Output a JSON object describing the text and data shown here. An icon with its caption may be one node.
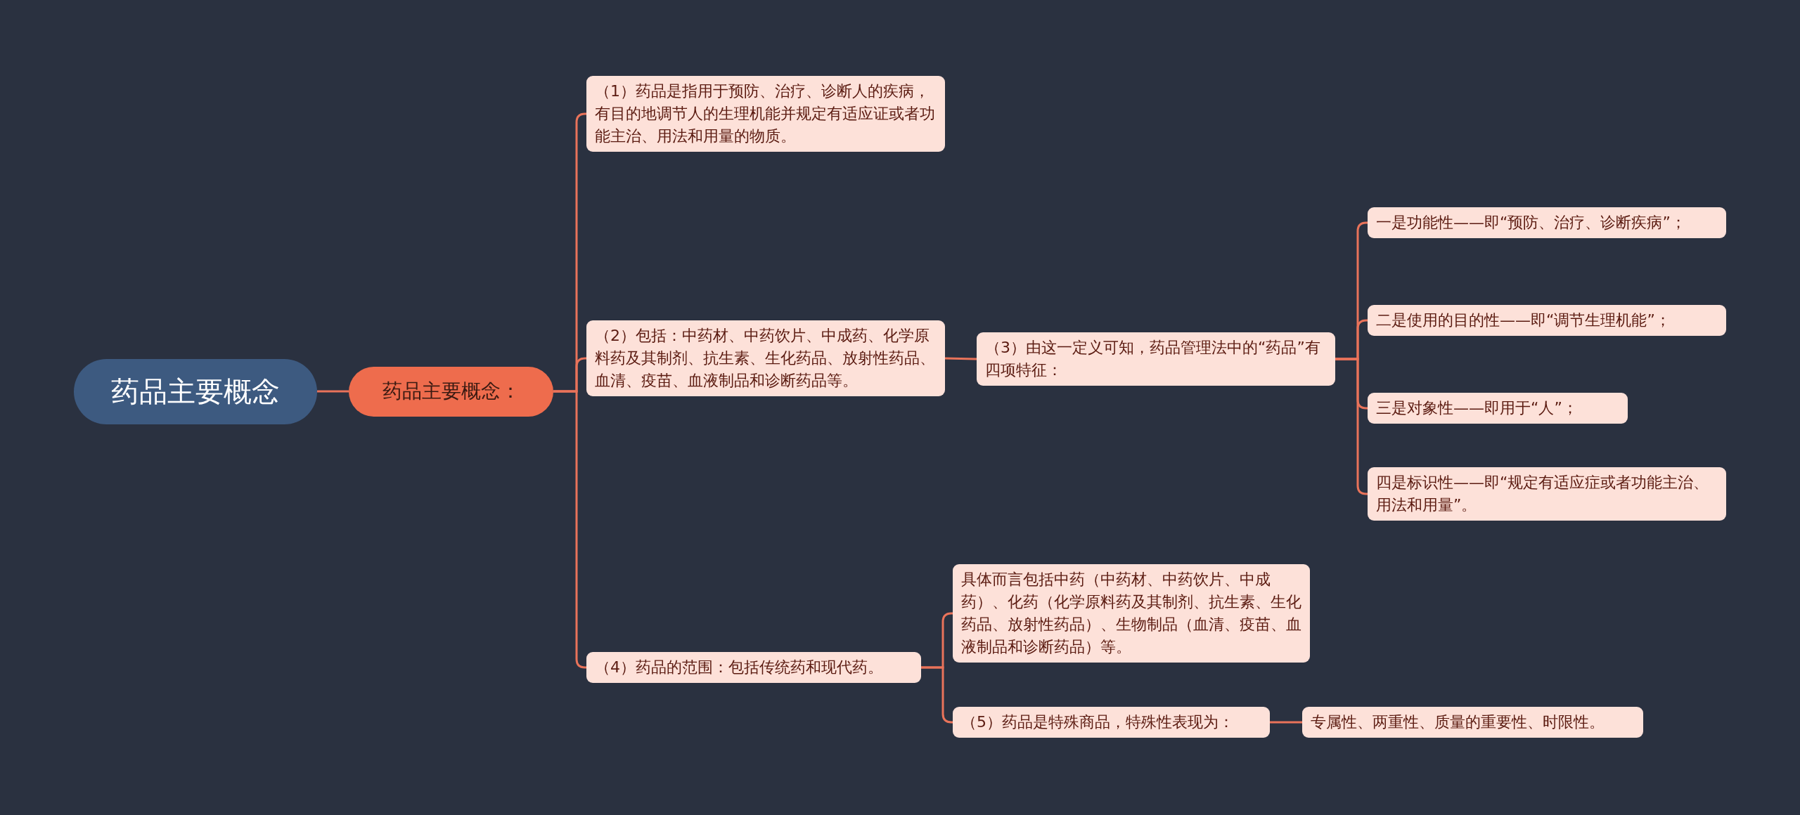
{
  "diagram": {
    "nodes": [
      {
        "text": [
          "药品主要概念"
        ]
      },
      {
        "text": [
          "药品主要概念："
        ]
      },
      {
        "text": [
          "（1）药品是指用于预防、治疗、诊断人的疾病，有目的地调节人的生理机能并规定有适应证或者功能主治、用法和用量的物质。"
        ]
      },
      {
        "text": [
          "（2）包括：中药材、中药饮片、中成药、化学原料药及其制剂、抗生素、生化药品、放射性药品、血清、疫苗、血液制品和诊断药品等。"
        ]
      },
      {
        "text": [
          "（3）由这一定义可知，药品管理法中的“药品”有四项特征："
        ]
      },
      {
        "text": [
          "一是功能性——即“预防、治疗、诊断疾病”；"
        ]
      },
      {
        "text": [
          "二是使用的目的性——即“调节生理机能”；"
        ]
      },
      {
        "text": [
          "三是对象性——即用于“人”；"
        ]
      },
      {
        "text": [
          "四是标识性——即“规定有适应症或者功能主治、用法和用量”。"
        ]
      },
      {
        "text": [
          "（4）药品的范围：包括传统药和现代药。"
        ]
      },
      {
        "text": [
          "具体而言包括中药（中药材、中药饮片、中成药）、化药（化学原料药及其制剂、抗生素、生化药品、放射性药品）、生物制品（血清、疫苗、血液制品和诊断药品）等。"
        ]
      },
      {
        "text": [
          "（5）药品是特殊商品，特殊性表现为："
        ]
      },
      {
        "text": [
          "专属性、两重性、质量的重要性、时限性。"
        ]
      }
    ],
    "edges": [
      {
        "from": 0,
        "to": 1,
        "arrow": "none"
      },
      {
        "from": 1,
        "to": 2,
        "arrow": "none"
      },
      {
        "from": 1,
        "to": 3,
        "arrow": "none"
      },
      {
        "from": 1,
        "to": 9,
        "arrow": "none"
      },
      {
        "from": 3,
        "to": 4,
        "arrow": "none"
      },
      {
        "from": 4,
        "to": 5,
        "arrow": "none"
      },
      {
        "from": 4,
        "to": 6,
        "arrow": "none"
      },
      {
        "from": 4,
        "to": 7,
        "arrow": "none"
      },
      {
        "from": 4,
        "to": 8,
        "arrow": "none"
      },
      {
        "from": 9,
        "to": 10,
        "arrow": "none"
      },
      {
        "from": 9,
        "to": 11,
        "arrow": "none"
      },
      {
        "from": 11,
        "to": 12,
        "arrow": "none"
      }
    ]
  }
}
